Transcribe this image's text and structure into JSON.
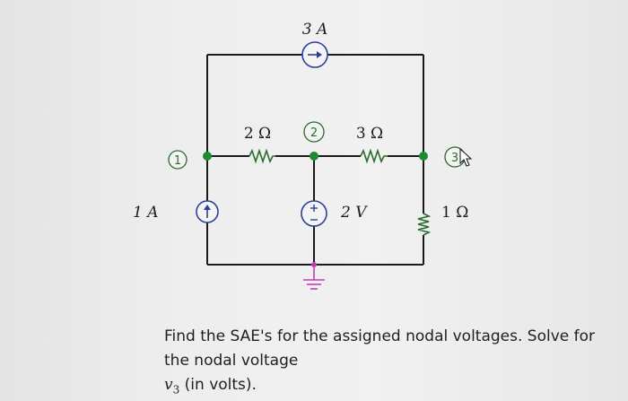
{
  "circuit": {
    "top_source_label": "3 A",
    "left_source_label": "1 A",
    "middle_source_label": "2 V",
    "r_left_label": "2 Ω",
    "r_right_label": "3 Ω",
    "r_vertical_label": "1 Ω",
    "node1_label": "1",
    "node2_label": "2",
    "node3_label": "3",
    "wire_color": "#1a1a1a",
    "node_color": "#1f8a2e",
    "source_color": "#2a3f9c",
    "ground_color": "#c13fb5"
  },
  "question": {
    "line1": "Find the SAE's for the assigned nodal voltages. Solve for the nodal voltage",
    "var_symbol": "v",
    "var_subscript": "3",
    "line2_tail": " (in volts)."
  }
}
